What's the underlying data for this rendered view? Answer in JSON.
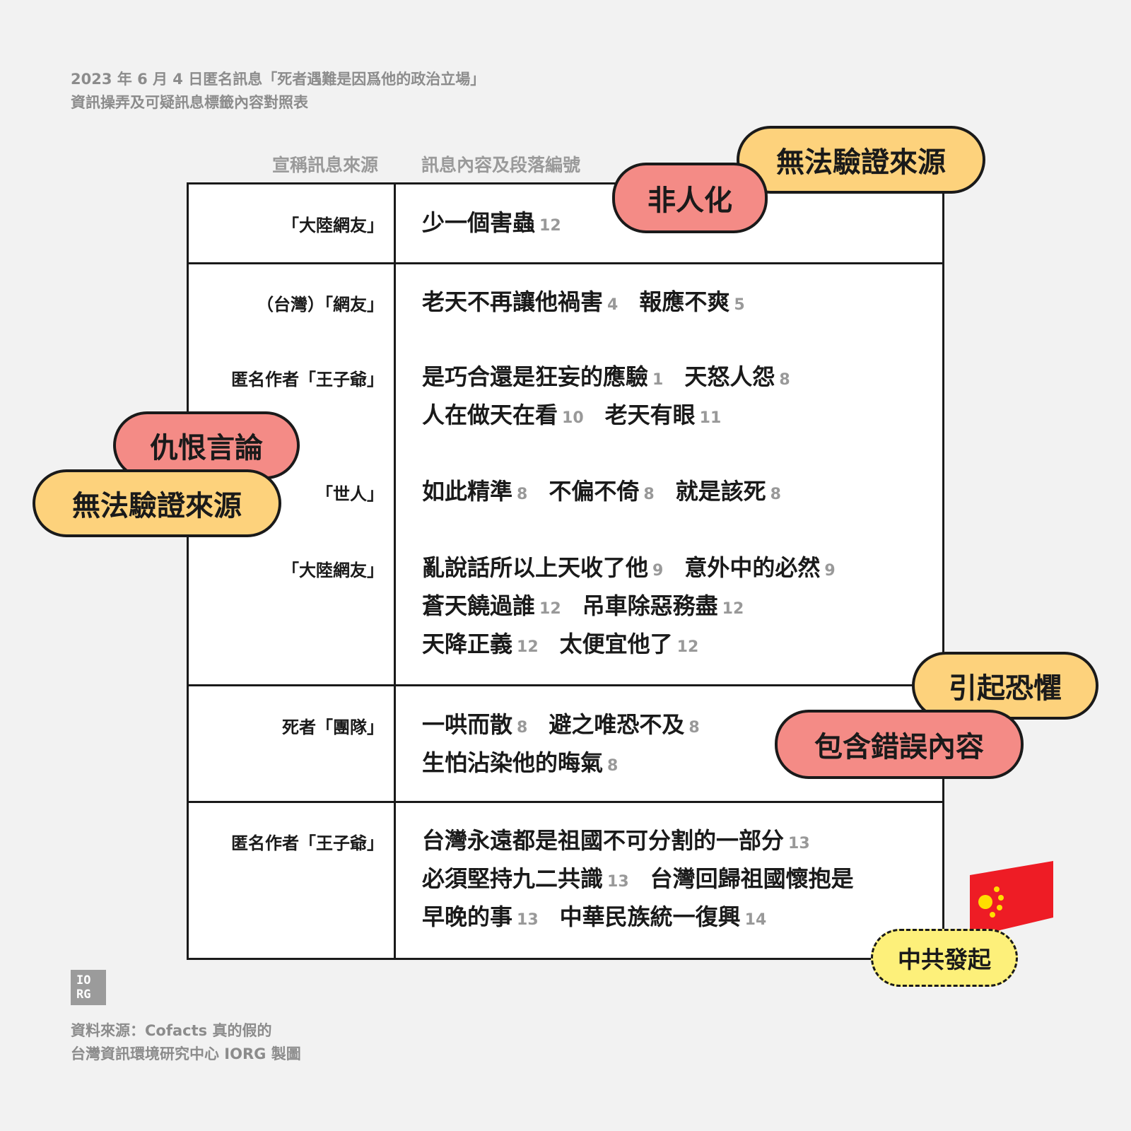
{
  "title": {
    "line1": "2023 年 6 月 4 日匿名訊息「死者遇難是因爲他的政治立場」",
    "line2": "資訊操弄及可疑訊息標籤內容對照表"
  },
  "headers": {
    "source": "宣稱訊息來源",
    "content": "訊息內容及段落編號"
  },
  "rows": [
    {
      "source": "「大陸網友」",
      "lines": [
        [
          {
            "text": "少一個害蟲",
            "num": "12"
          }
        ]
      ]
    },
    {
      "source": "（台灣）「網友」",
      "lines": [
        [
          {
            "text": "老天不再讓他禍害",
            "num": "4"
          },
          {
            "text": "報應不爽",
            "num": "5"
          }
        ]
      ]
    },
    {
      "source": "匿名作者「王子爺」",
      "lines": [
        [
          {
            "text": "是巧合還是狂妄的應驗",
            "num": "1"
          },
          {
            "text": "天怒人怨",
            "num": "8"
          }
        ],
        [
          {
            "text": "人在做天在看",
            "num": "10"
          },
          {
            "text": "老天有眼",
            "num": "11"
          }
        ]
      ]
    },
    {
      "source": "「世人」",
      "lines": [
        [
          {
            "text": "如此精準",
            "num": "8"
          },
          {
            "text": "不偏不倚",
            "num": "8"
          },
          {
            "text": "就是該死",
            "num": "8"
          }
        ]
      ]
    },
    {
      "source": "「大陸網友」",
      "lines": [
        [
          {
            "text": "亂說話所以上天收了他",
            "num": "9"
          },
          {
            "text": "意外中的必然",
            "num": "9"
          }
        ],
        [
          {
            "text": "蒼天饒過誰",
            "num": "12"
          },
          {
            "text": "吊車除惡務盡",
            "num": "12"
          }
        ],
        [
          {
            "text": "天降正義",
            "num": "12"
          },
          {
            "text": "太便宜他了",
            "num": "12"
          }
        ]
      ]
    },
    {
      "source": "死者「團隊」",
      "lines": [
        [
          {
            "text": "一哄而散",
            "num": "8"
          },
          {
            "text": "避之唯恐不及",
            "num": "8"
          }
        ],
        [
          {
            "text": "生怕沾染他的晦氣",
            "num": "8"
          }
        ]
      ]
    },
    {
      "source": "匿名作者「王子爺」",
      "lines": [
        [
          {
            "text": "台灣永遠都是祖國不可分割的一部分",
            "num": "13"
          }
        ],
        [
          {
            "text": "必須堅持九二共識",
            "num": "13"
          },
          {
            "text": "台灣回歸祖國懷抱是",
            "num": ""
          }
        ],
        [
          {
            "text": "早晚的事",
            "num": "13"
          },
          {
            "text": "中華民族統一復興",
            "num": "14"
          }
        ]
      ]
    }
  ],
  "tags": {
    "unverifiable_top": "無法驗證來源",
    "dehumanize": "非人化",
    "hate_speech": "仇恨言論",
    "unverifiable_left": "無法驗證來源",
    "fear": "引起恐懼",
    "false_content": "包含錯誤內容",
    "ccp_initiated": "中共發起"
  },
  "colors": {
    "yellow_tag": "#fdd27c",
    "red_tag": "#f48b86",
    "dashed_tag": "#fdf07a",
    "flag_red": "#ee1c25",
    "flag_star": "#ffde00"
  },
  "logo": {
    "line1": "IO",
    "line2": "RG"
  },
  "footer": {
    "line1": "資料來源：Cofacts 真的假的",
    "line2": "台灣資訊環境研究中心 IORG 製圖"
  }
}
